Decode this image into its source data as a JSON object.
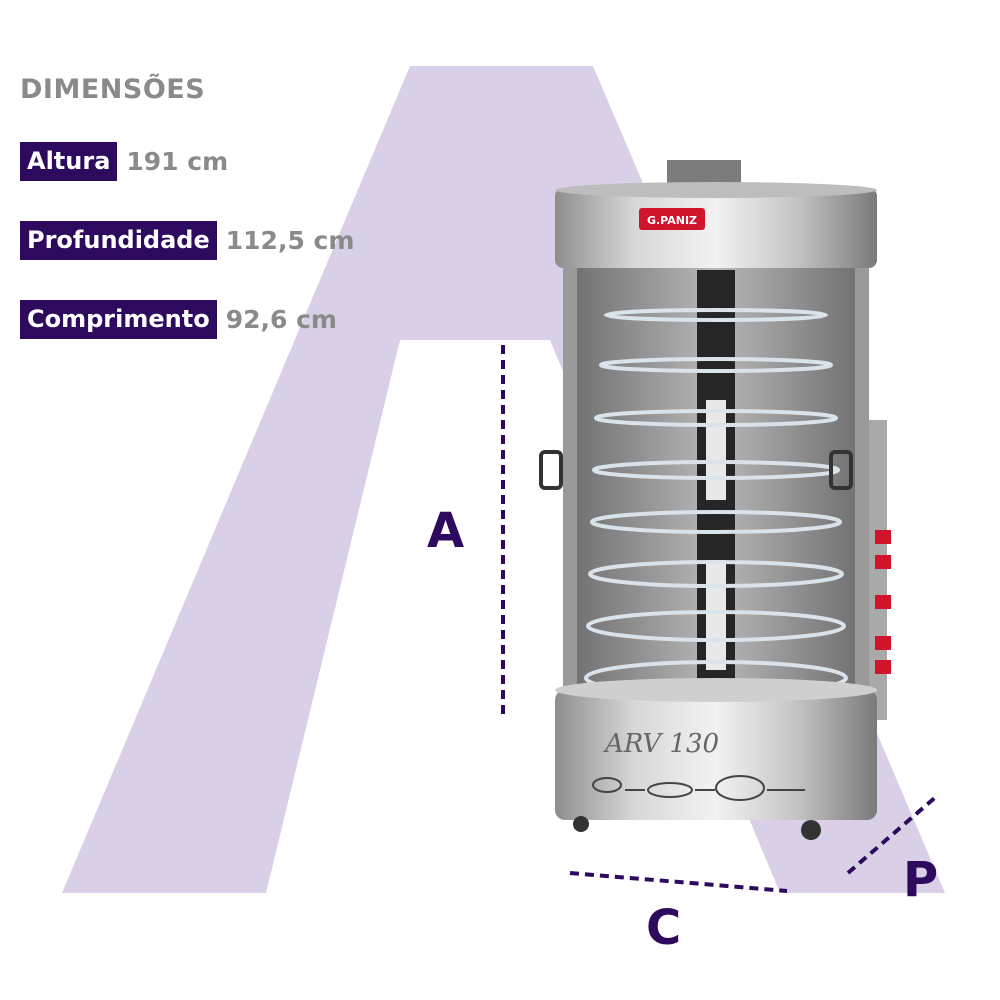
{
  "heading": "DIMENSÕES",
  "specs": [
    {
      "label": "Altura",
      "value": "191 cm"
    },
    {
      "label": "Profundidade",
      "value": "112,5 cm"
    },
    {
      "label": "Comprimento",
      "value": "92,6 cm"
    }
  ],
  "dimension_markers": {
    "height": "A",
    "length": "C",
    "depth": "P"
  },
  "product": {
    "brand": "G.PANIZ",
    "model": "ARV 130"
  },
  "colors": {
    "accent": "#2d0a5e",
    "background_shape": "#d9cfe6",
    "text_gray": "#8a8a8a",
    "brand_red": "#d0142c"
  }
}
